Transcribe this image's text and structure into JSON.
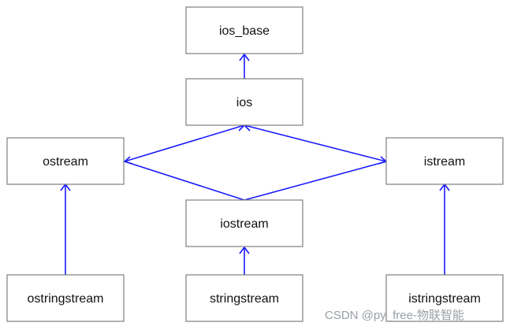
{
  "colors": {
    "edge": "#1a1aff",
    "box_border": "#7f7f7f",
    "text": "#111111"
  },
  "nodes": {
    "ios_base": "ios_base",
    "ios": "ios",
    "ostream": "ostream",
    "istream": "istream",
    "iostream": "iostream",
    "ostringstream": "ostringstream",
    "stringstream": "stringstream",
    "istringstream": "istringstream"
  },
  "watermark": "CSDN @py_free-物联智能"
}
